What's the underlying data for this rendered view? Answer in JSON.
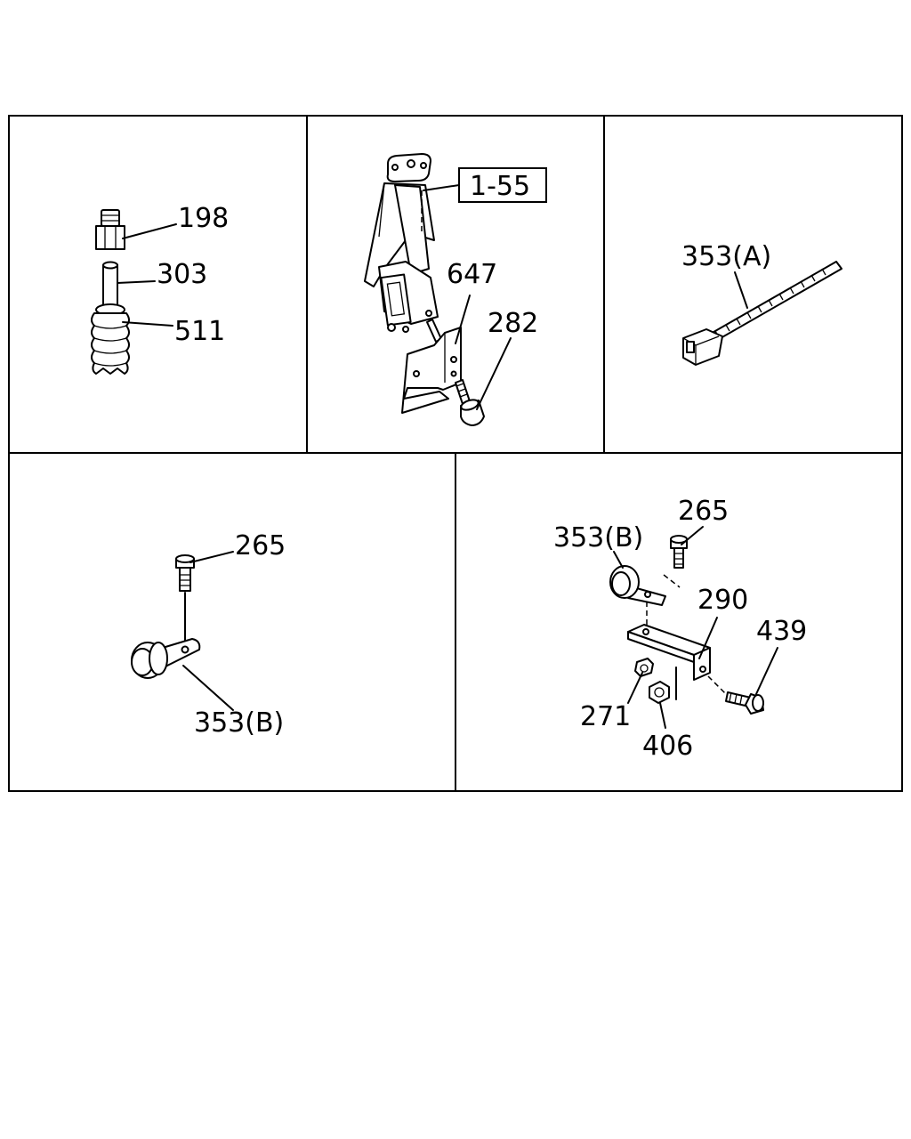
{
  "diagram": {
    "panels": [
      {
        "id": "panel-1",
        "callouts": [
          {
            "label": "198"
          },
          {
            "label": "303"
          },
          {
            "label": "511"
          }
        ]
      },
      {
        "id": "panel-2",
        "callouts": [
          {
            "label": "1-55"
          },
          {
            "label": "647"
          },
          {
            "label": "282"
          }
        ]
      },
      {
        "id": "panel-3",
        "callouts": [
          {
            "label": "353(A)"
          }
        ]
      },
      {
        "id": "panel-4",
        "callouts": [
          {
            "label": "265"
          },
          {
            "label": "353(B)"
          }
        ]
      },
      {
        "id": "panel-5",
        "callouts": [
          {
            "label": "265"
          },
          {
            "label": "353(B)"
          },
          {
            "label": "290"
          },
          {
            "label": "439"
          },
          {
            "label": "271"
          },
          {
            "label": "406"
          }
        ]
      }
    ]
  }
}
